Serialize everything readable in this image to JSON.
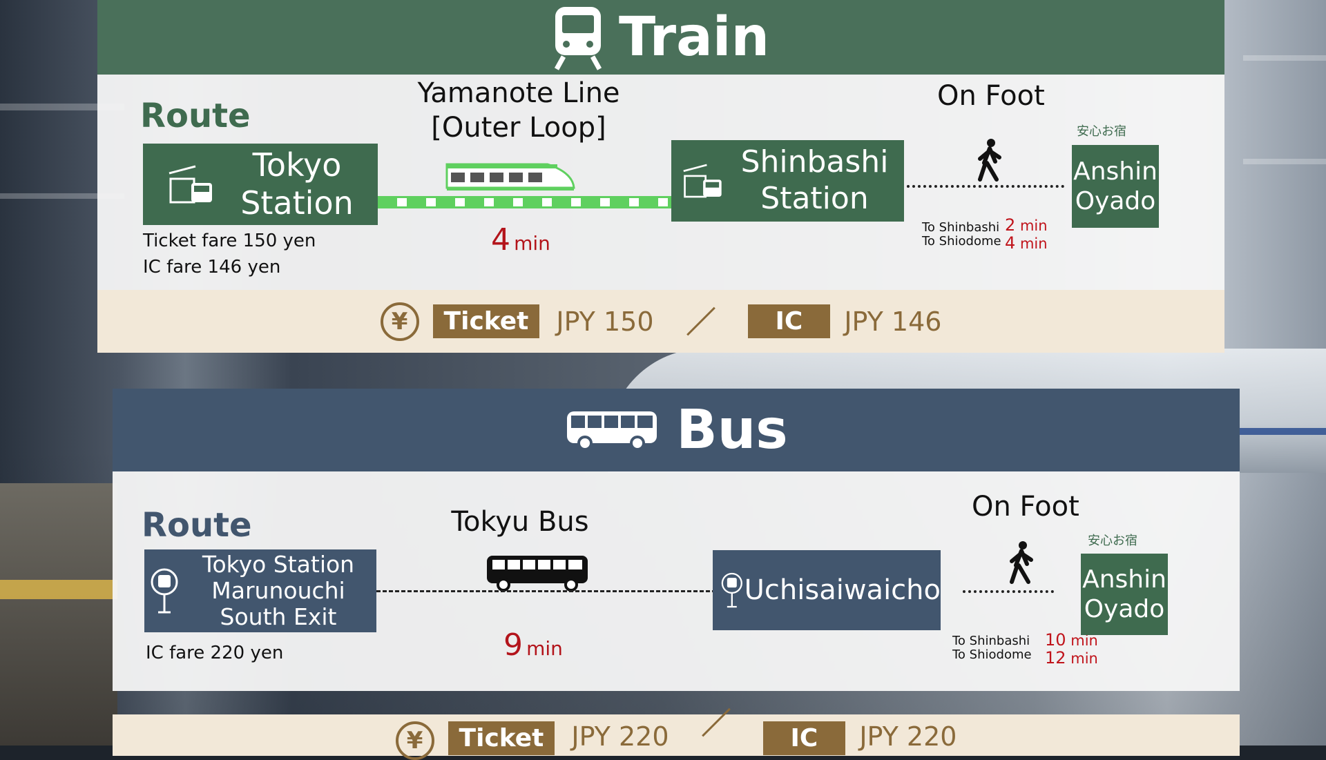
{
  "train": {
    "header": "Train",
    "route_label": "Route",
    "line_name_1": "Yamanote Line",
    "line_name_2": "[Outer Loop]",
    "origin_1": "Tokyo",
    "origin_2": "Station",
    "ticket_fare": "Ticket fare 150 yen",
    "ic_fare": "IC fare 146 yen",
    "ride_min": "4",
    "min_unit": "min",
    "stop_1": "Shinbashi",
    "stop_2": "Station",
    "on_foot": "On Foot",
    "dest_1_label": "To Shinbashi",
    "dest_2_label": "To Shiodome",
    "dest_1_num": "2",
    "dest_2_num": "4",
    "inn_1": "Anshin",
    "inn_2": "Oyado",
    "inn_logo": "安心お宿",
    "fare_ticket_tag": "Ticket",
    "fare_ticket_value": "JPY 150",
    "fare_ic_tag": "IC",
    "fare_ic_value": "JPY 146",
    "yen_symbol": "¥"
  },
  "bus": {
    "header": "Bus",
    "route_label": "Route",
    "line_name": "Tokyu Bus",
    "origin_1": "Tokyo Station",
    "origin_2": "Marunouchi",
    "origin_3": "South Exit",
    "ic_fare": "IC fare 220 yen",
    "ride_min": "9",
    "min_unit": "min",
    "stop": "Uchisaiwaicho",
    "on_foot": "On Foot",
    "dest_1_label": "To Shinbashi",
    "dest_2_label": "To Shiodome",
    "dest_1_num": "10",
    "dest_2_num": "12",
    "inn_1": "Anshin",
    "inn_2": "Oyado",
    "inn_logo": "安心お宿",
    "fare_ticket_tag": "Ticket",
    "fare_ticket_value": "JPY 220",
    "fare_ic_tag": "IC",
    "fare_ic_value": "JPY 220",
    "yen_symbol": "¥"
  },
  "colors": {
    "train_green": "#4a705a",
    "bus_blue": "#42566e",
    "minutes_red": "#b3141b",
    "fare_brown": "#8a6a3a"
  },
  "icons": [
    "train-icon",
    "bus-icon",
    "station-icon",
    "walking-person-icon",
    "shinkansen-icon",
    "bus-stop-icon",
    "yen-icon"
  ]
}
